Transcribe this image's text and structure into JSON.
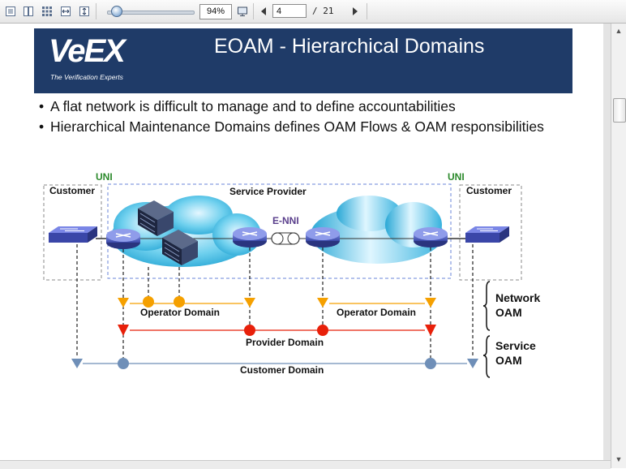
{
  "toolbar": {
    "zoom_value": "94%",
    "page_current": "4",
    "page_total": "/ 21",
    "icons": [
      "single-page-icon",
      "two-page-icon",
      "grid-view-icon",
      "fit-width-icon",
      "fit-height-icon",
      "zoom-slider",
      "presentation-icon",
      "prev-page-icon",
      "next-page-icon"
    ]
  },
  "slide": {
    "logo_text": "VeEX",
    "tagline": "The Verification Experts",
    "title": "EOAM - Hierarchical Domains",
    "bullets": [
      "A flat network is difficult to manage and to define accountabilities",
      "Hierarchical Maintenance Domains defines OAM Flows & OAM responsibilities"
    ]
  },
  "diagram": {
    "uni_left": "UNI",
    "uni_right": "UNI",
    "customer_left": "Customer",
    "customer_right": "Customer",
    "service_provider": "Service Provider",
    "enni": "E-NNI",
    "operator_domain_left": "Operator Domain",
    "operator_domain_right": "Operator Domain",
    "provider_domain": "Provider Domain",
    "customer_domain": "Customer Domain",
    "network_oam_line1": "Network",
    "network_oam_line2": "OAM",
    "service_oam_line1": "Service",
    "service_oam_line2": "OAM",
    "colors": {
      "operator": "#f5a000",
      "provider": "#e8200a",
      "customer": "#6f8fb8",
      "uni": "#2c8a2c",
      "enni": "#5a3f8c",
      "banner": "#1f3b68"
    }
  }
}
